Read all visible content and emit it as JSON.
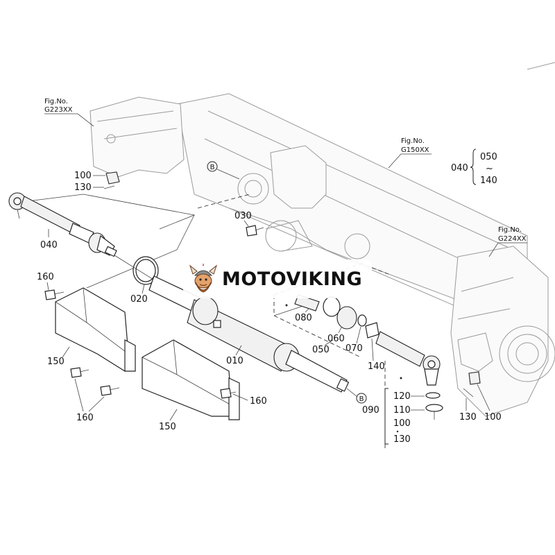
{
  "watermark": {
    "brand": "MOTOVIKING"
  },
  "figure_refs": {
    "g223": {
      "caption": "Fig.No.",
      "code": "G223XX"
    },
    "g150": {
      "caption": "Fig.No.",
      "code": "G150XX"
    },
    "g224": {
      "caption": "Fig.No.",
      "code": "G224XX"
    }
  },
  "group_040": {
    "label": "040",
    "from": "050",
    "tilde": "~",
    "to": "140"
  },
  "group_090": {
    "label": "090",
    "items": [
      "120",
      "110",
      "100",
      "130"
    ]
  },
  "ref_marker": "B",
  "callouts": {
    "c010": "010",
    "c020": "020",
    "c030": "030",
    "c040": "040",
    "c050": "050",
    "c060": "060",
    "c070": "070",
    "c080": "080",
    "c100_top": "100",
    "c130_top": "130",
    "c100_right": "100",
    "c130_right": "130",
    "c140": "140",
    "c150_left": "150",
    "c150_mid": "150",
    "c160_topleft": "160",
    "c160_bottom": "160",
    "c160_mid": "160"
  }
}
